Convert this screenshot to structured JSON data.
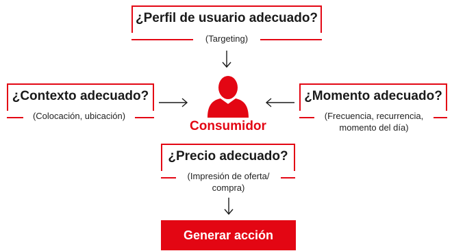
{
  "top": {
    "question": "¿Perfil de usuario adecuado?",
    "detail": "(Targeting)"
  },
  "left": {
    "question": "¿Contexto adecuado?",
    "detail": "(Colocación, ubicación)"
  },
  "right": {
    "question": "¿Momento adecuado?",
    "detail_line1": "(Frecuencia, recurrencia,",
    "detail_line2": "momento del día)"
  },
  "center": {
    "label": "Consumidor",
    "icon": "person-icon"
  },
  "bottom": {
    "question": "¿Precio adecuado?",
    "detail_line1": "(Impresión de oferta/",
    "detail_line2": "compra)"
  },
  "action": {
    "label": "Generar acción"
  },
  "colors": {
    "accent": "#e30613",
    "text": "#1a1a1a"
  }
}
